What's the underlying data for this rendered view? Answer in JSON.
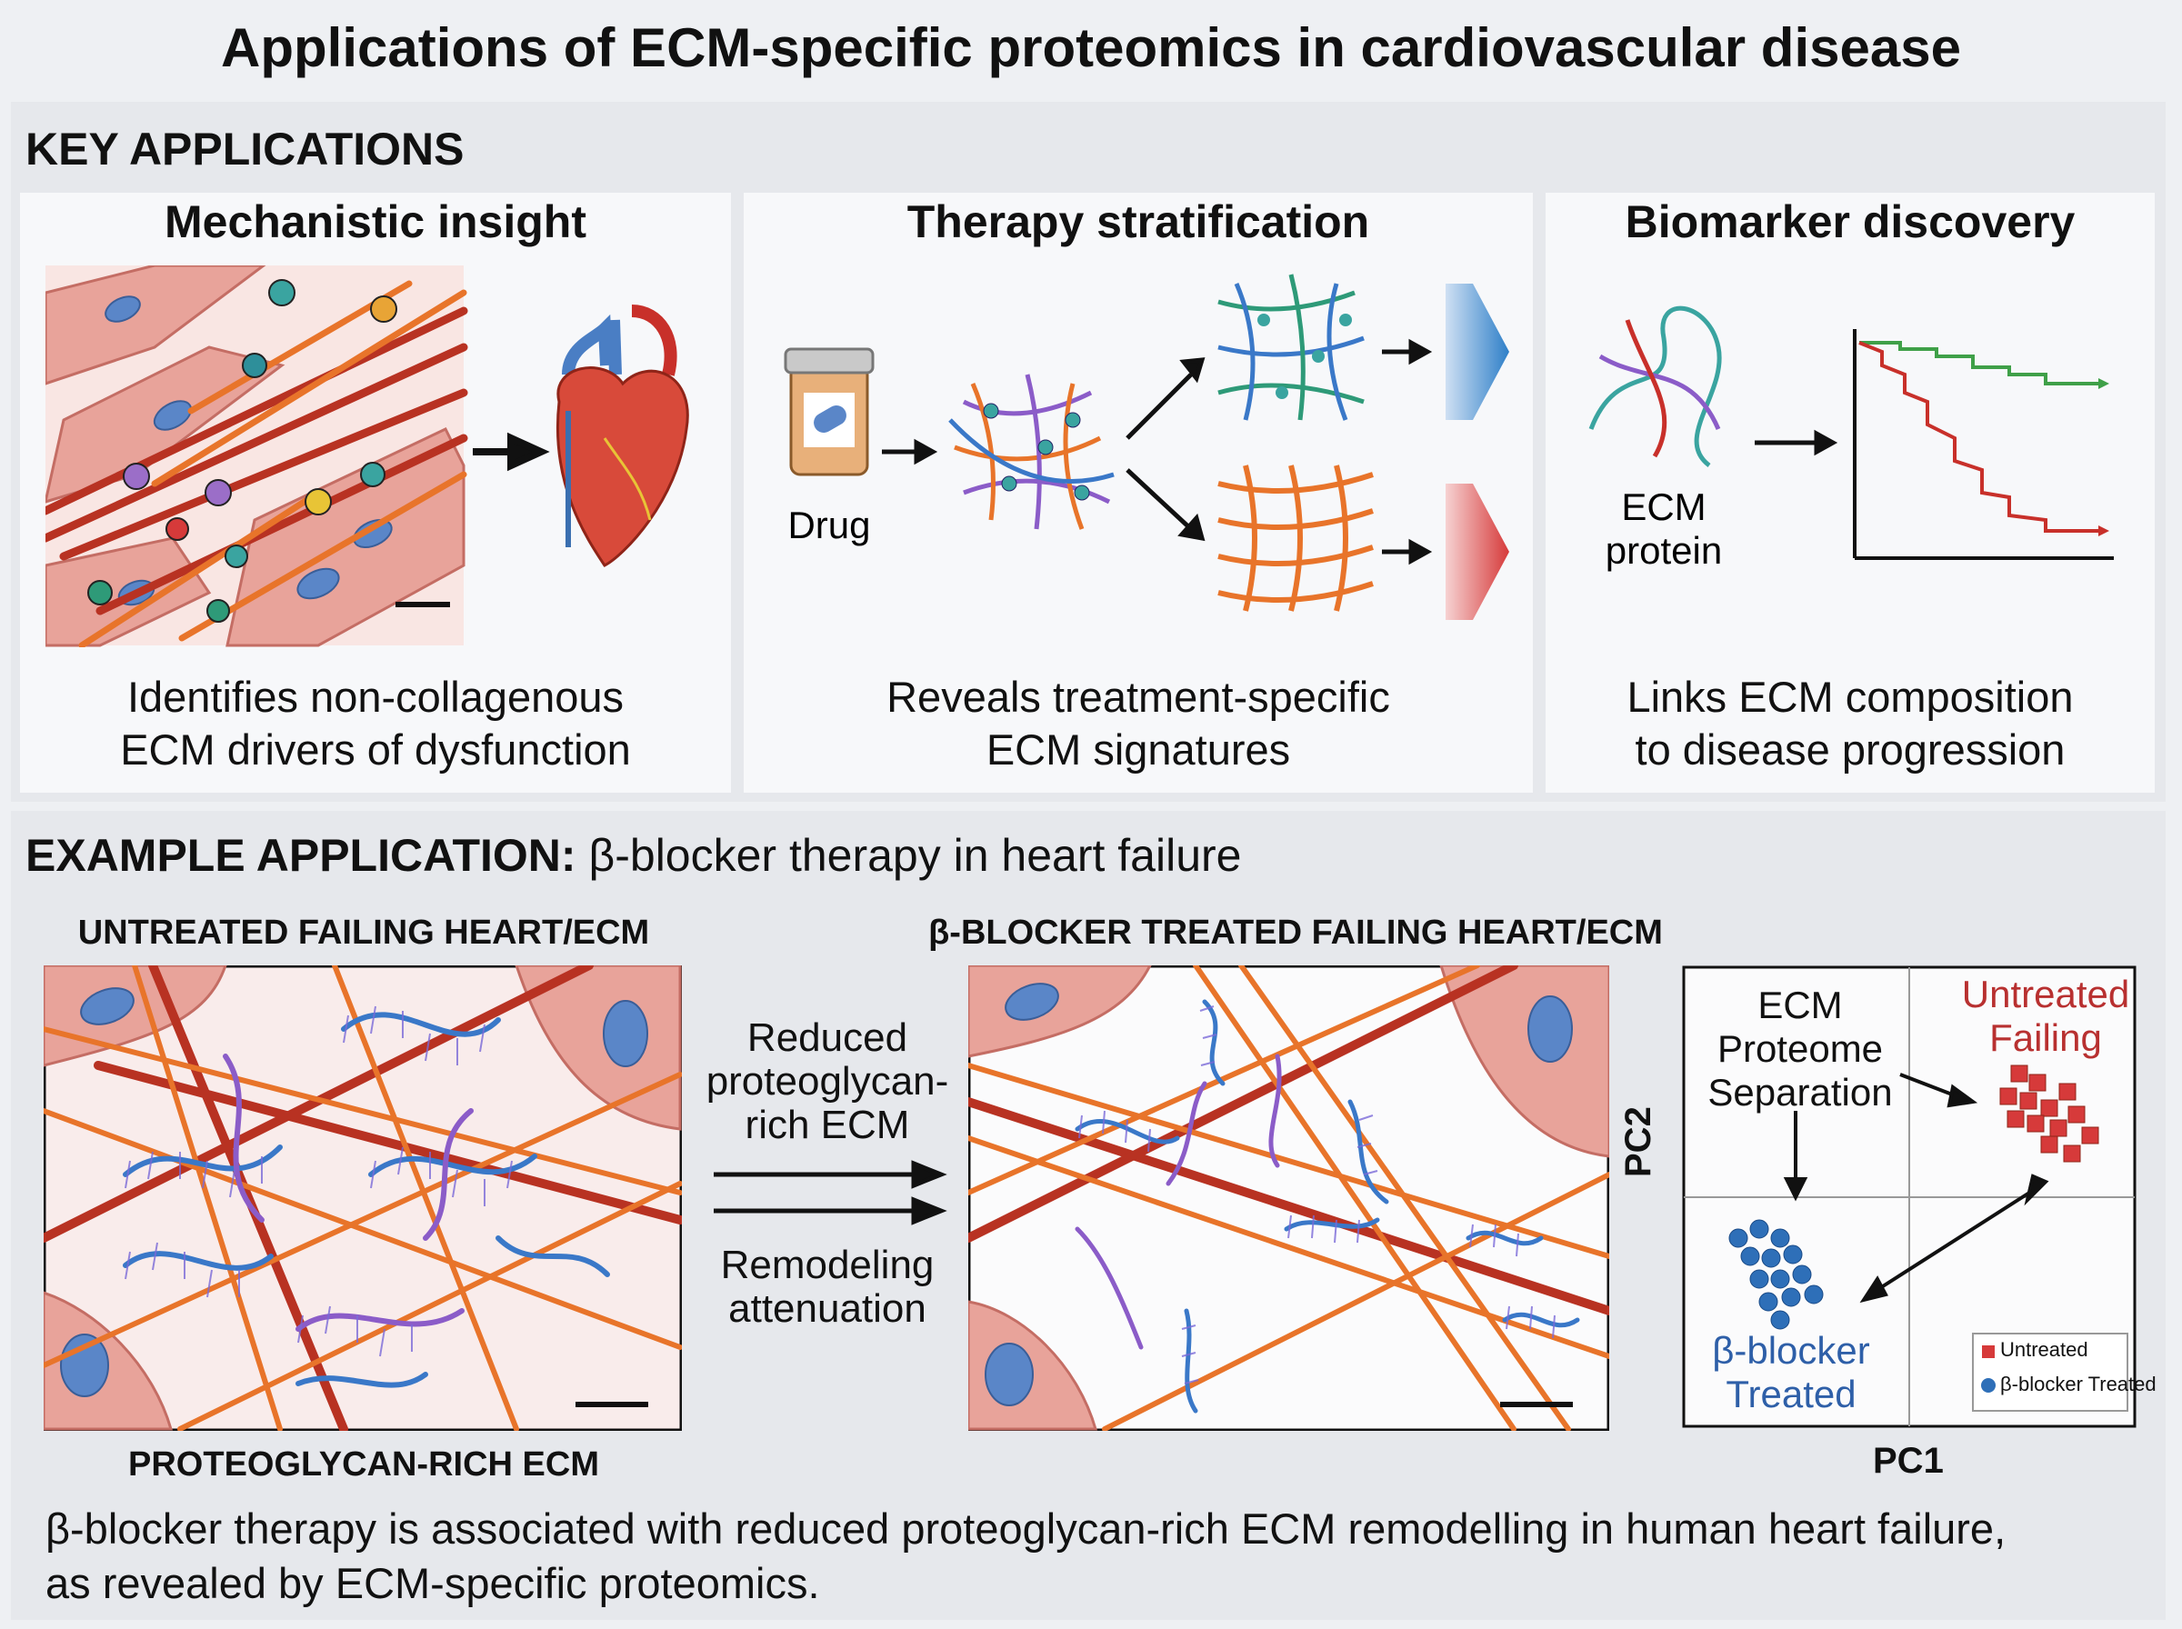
{
  "title": "Applications of ECM-specific proteomics in cardiovascular disease",
  "key_applications": {
    "heading": "KEY APPLICATIONS",
    "mechanistic": {
      "title": "Mechanistic insight",
      "caption_line1": "Identifies non-collagenous",
      "caption_line2": "ECM drivers of dysfunction"
    },
    "therapy": {
      "title": "Therapy stratification",
      "drug_label": "Drug",
      "caption_line1": "Reveals treatment-specific",
      "caption_line2": "ECM signatures"
    },
    "biomarker": {
      "title": "Biomarker discovery",
      "ecm_label_line1": "ECM",
      "ecm_label_line2": "protein",
      "caption_line1": "Links ECM composition",
      "caption_line2": "to disease progression"
    }
  },
  "example": {
    "heading_bold": "EXAMPLE APPLICATION:",
    "heading_rest": " β-blocker therapy in heart failure",
    "untreated_title": "UNTREATED FAILING HEART/ECM",
    "treated_title": "β-BLOCKER TREATED FAILING HEART/ECM",
    "untreated_subtitle": "PROTEOGLYCAN-RICH ECM",
    "middle_line1": "Reduced",
    "middle_line2": "proteoglycan-",
    "middle_line3": "rich ECM",
    "middle_line4": "Remodeling",
    "middle_line5": "attenuation",
    "pca": {
      "ylabel": "PC2",
      "xlabel": "PC1",
      "sep_line1": "ECM",
      "sep_line2": "Proteome",
      "sep_line3": "Separation",
      "untreated_line1": "Untreated",
      "untreated_line2": "Failing",
      "treated_line1": "β-blocker",
      "treated_line2": "Treated",
      "legend_untreated": "Untreated",
      "legend_treated": "β-blocker Treated"
    },
    "conclusion_line1": "β-blocker therapy is associated with reduced proteoglycan-rich ECM remodelling in human heart failure,",
    "conclusion_line2": "as revealed by ECM-specific proteomics."
  },
  "colors": {
    "untreated": "#d63a3a",
    "treated": "#2e6fb8",
    "collagen": "#e8742a",
    "fiber": "#b83222",
    "cell": "#e8a39a",
    "nucleus": "#5a86c8",
    "green_line": "#3fa048",
    "red_line": "#c8302a"
  }
}
